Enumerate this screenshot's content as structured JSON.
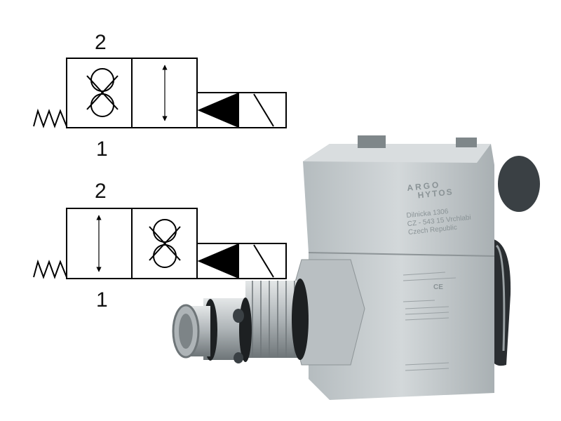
{
  "symbols": [
    {
      "port_top": "2",
      "port_bottom": "1",
      "left_box": "check-valves",
      "right_box": "bidirectional-arrow"
    },
    {
      "port_top": "2",
      "port_bottom": "1",
      "left_box": "bidirectional-arrow",
      "right_box": "check-valves"
    }
  ],
  "product": {
    "brand_line1": "ARGO",
    "brand_line2": "HYTOS",
    "address_line1": "Dilnicka 1306",
    "address_line2": "CZ - 543 15 Vrchlabi",
    "address_line3": "Czech Republic",
    "ce_mark": "CE",
    "colors": {
      "body": "#c3c8ca",
      "dark": "#2a2e31",
      "thread": "#9aa1a4"
    }
  }
}
